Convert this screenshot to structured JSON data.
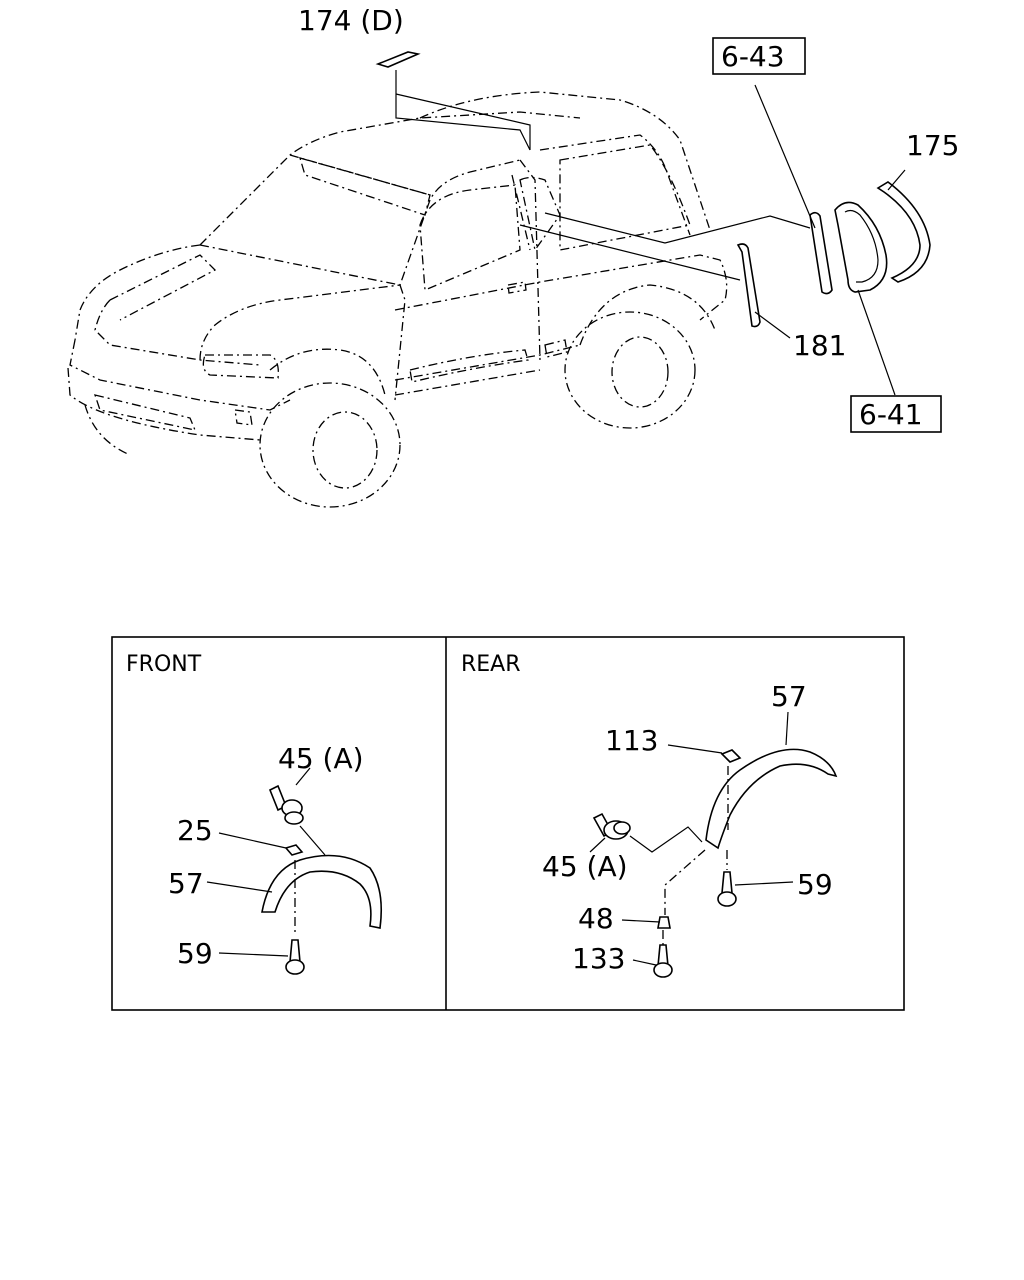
{
  "top_labels": {
    "roof": "174 (D)",
    "ref_upper": "6-43",
    "ref_lower": "6-41",
    "trim_175": "175",
    "trim_181": "181"
  },
  "panels": {
    "front": {
      "title": "FRONT",
      "labels": {
        "clip": "45 (A)",
        "nut": "25",
        "flare": "57",
        "screw": "59"
      }
    },
    "rear": {
      "title": "REAR",
      "labels": {
        "flare": "57",
        "nut": "113",
        "clip": "45 (A)",
        "screw": "59",
        "grommet": "48",
        "bolt": "133"
      }
    }
  }
}
